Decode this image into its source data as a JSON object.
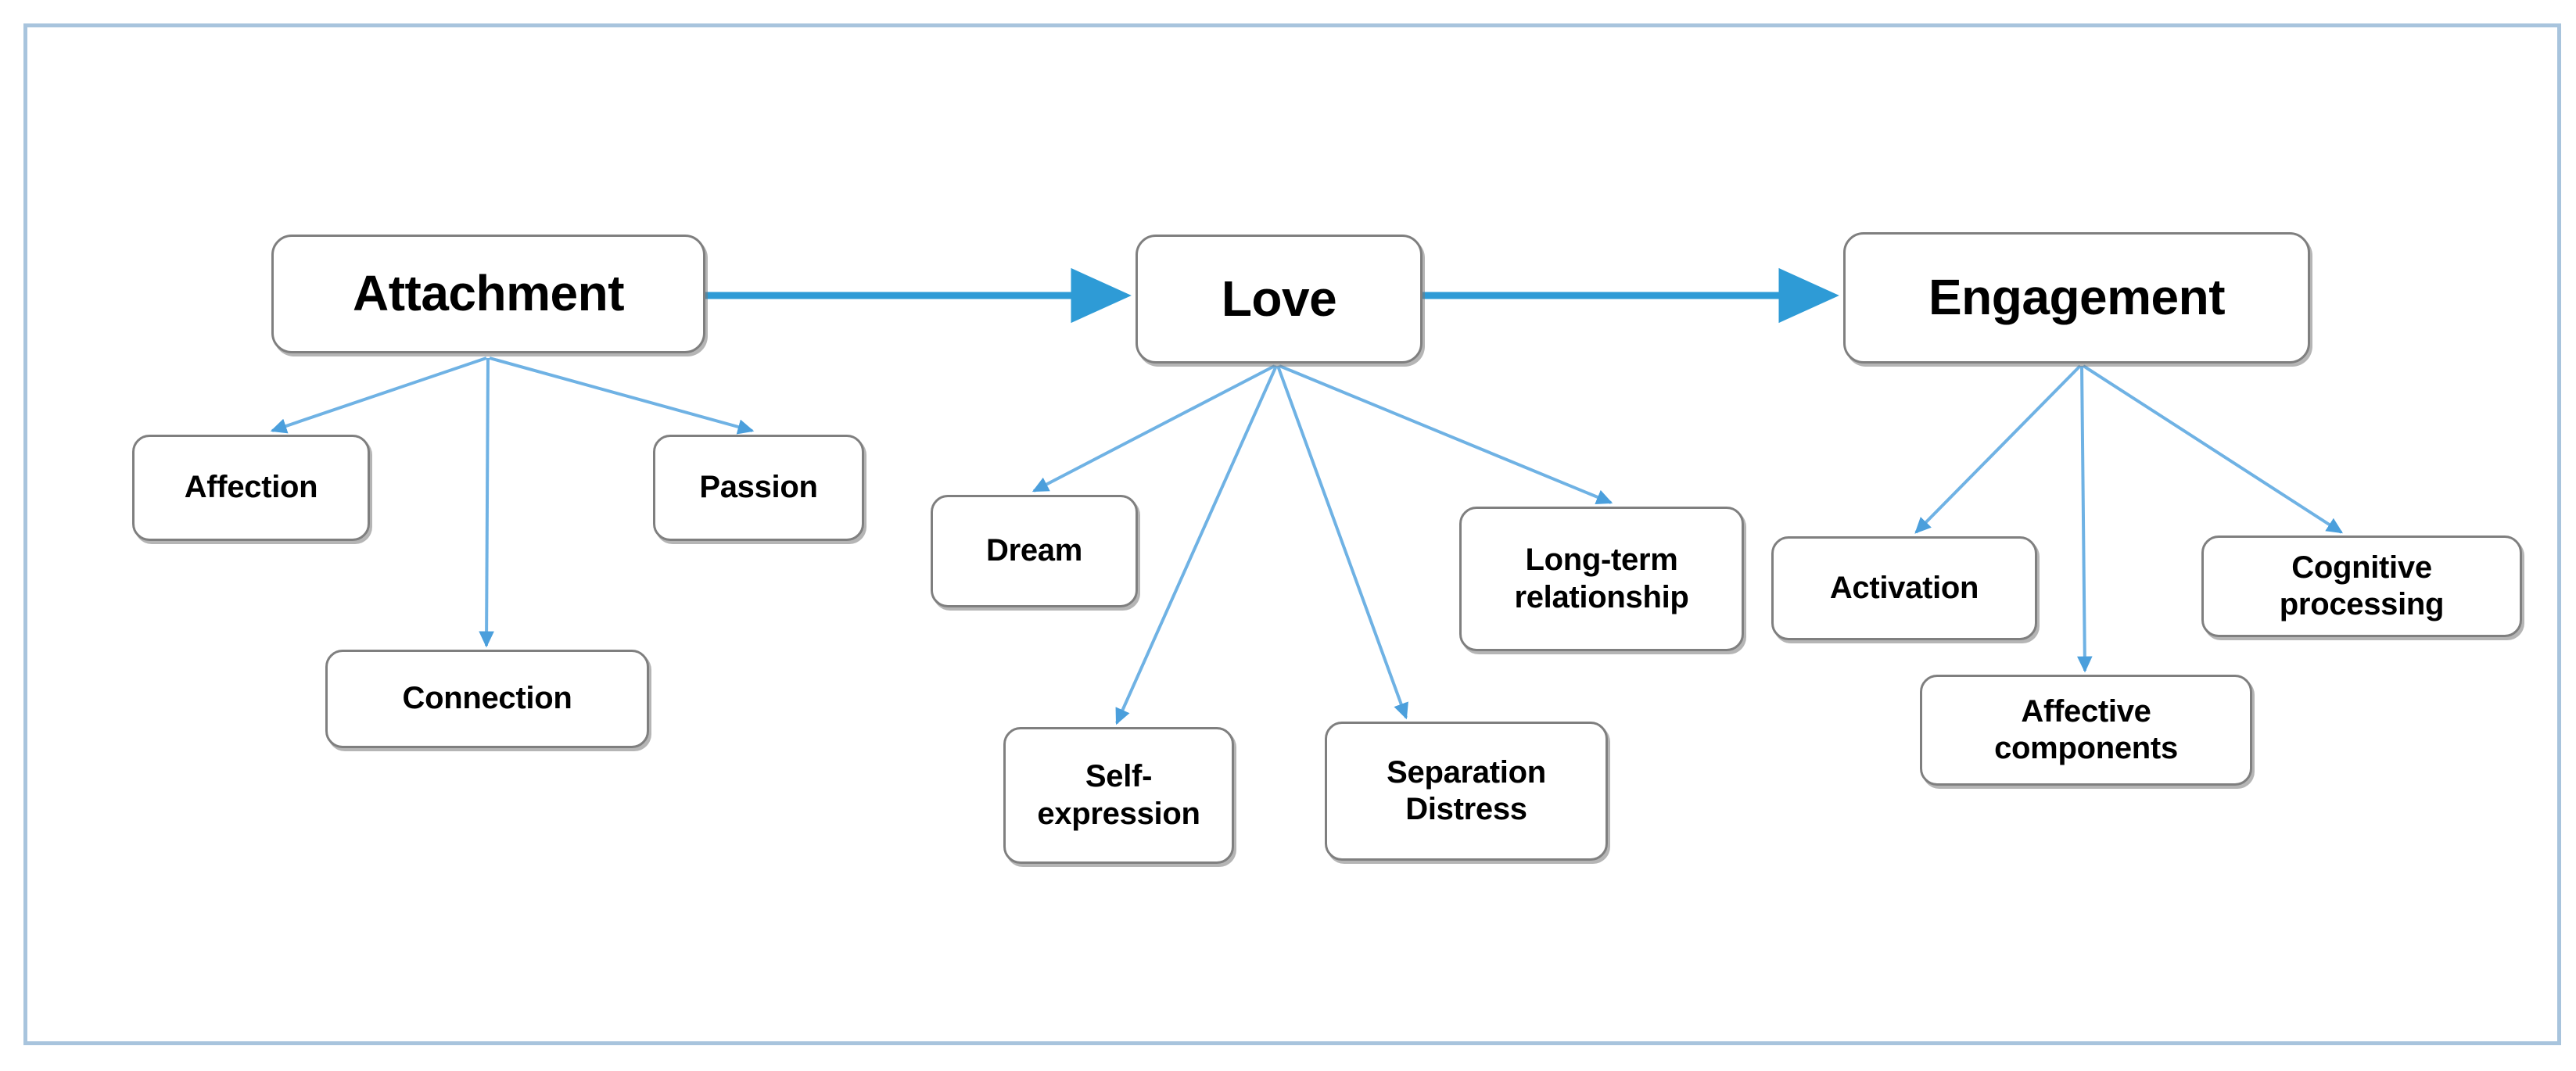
{
  "diagram": {
    "title": "Attachment, Love and Engagement concept map",
    "frame_border_color": "#a8c4dd",
    "node_border_color": "#7f7f7f",
    "node_fill_color": "#ffffff",
    "primary_arrow_color": "#2e9bd6",
    "branch_arrow_color": "#5fa9e0",
    "text_color": "#000000"
  },
  "nodes": {
    "attachment": {
      "label": "Attachment"
    },
    "love": {
      "label": "Love"
    },
    "engagement": {
      "label": "Engagement"
    },
    "affection": {
      "label": "Affection"
    },
    "connection": {
      "label": "Connection"
    },
    "passion": {
      "label": "Passion"
    },
    "dream": {
      "label": "Dream"
    },
    "self_expression": {
      "label": "Self-expression"
    },
    "separation_distress": {
      "label": "Separation Distress"
    },
    "long_term_relationship": {
      "label": "Long-term relationship"
    },
    "activation": {
      "label": "Activation"
    },
    "affective_components": {
      "label": "Affective components"
    },
    "cognitive_processing": {
      "label": "Cognitive processing"
    }
  },
  "edges": [
    {
      "from": "attachment",
      "to": "love",
      "kind": "primary"
    },
    {
      "from": "love",
      "to": "engagement",
      "kind": "primary"
    },
    {
      "from": "attachment",
      "to": "affection",
      "kind": "branch"
    },
    {
      "from": "attachment",
      "to": "connection",
      "kind": "branch"
    },
    {
      "from": "attachment",
      "to": "passion",
      "kind": "branch"
    },
    {
      "from": "love",
      "to": "dream",
      "kind": "branch"
    },
    {
      "from": "love",
      "to": "self_expression",
      "kind": "branch"
    },
    {
      "from": "love",
      "to": "separation_distress",
      "kind": "branch"
    },
    {
      "from": "love",
      "to": "long_term_relationship",
      "kind": "branch"
    },
    {
      "from": "engagement",
      "to": "activation",
      "kind": "branch"
    },
    {
      "from": "engagement",
      "to": "affective_components",
      "kind": "branch"
    },
    {
      "from": "engagement",
      "to": "cognitive_processing",
      "kind": "branch"
    }
  ]
}
